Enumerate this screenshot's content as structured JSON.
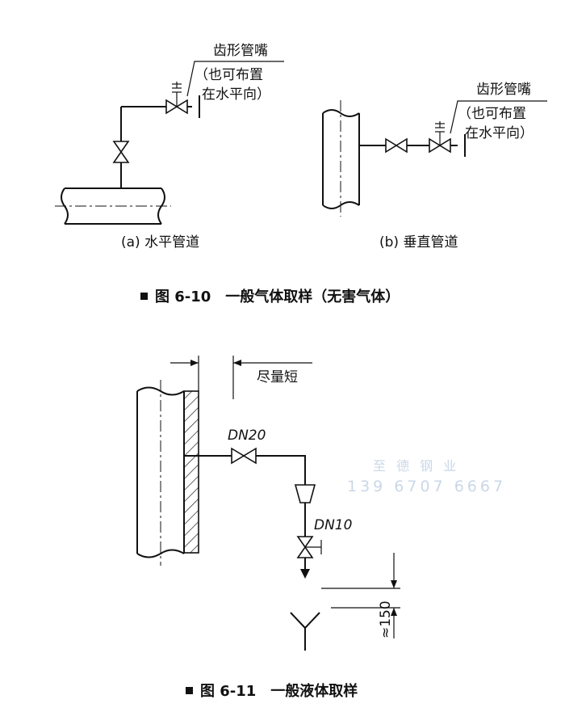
{
  "figure_6_10": {
    "caption": "图 6-10　一般气体取样（无害气体）",
    "panel_a": {
      "label": "(a) 水平管道",
      "note_line1": "齿形管嘴",
      "note_line2": "（也可布置",
      "note_line3": "在水平向）"
    },
    "panel_b": {
      "label": "(b) 垂直管道",
      "note_line1": "齿形管嘴",
      "note_line2": "（也可布置",
      "note_line3": "在水平向）"
    }
  },
  "figure_6_11": {
    "caption": "图 6-11　一般液体取样",
    "dim_top": "尽量短",
    "valve1": "DN20",
    "valve2": "DN10",
    "dim_side": "≈150"
  },
  "watermark": {
    "line1": "至 德 钢 业",
    "line2": "139 6707 6667"
  }
}
